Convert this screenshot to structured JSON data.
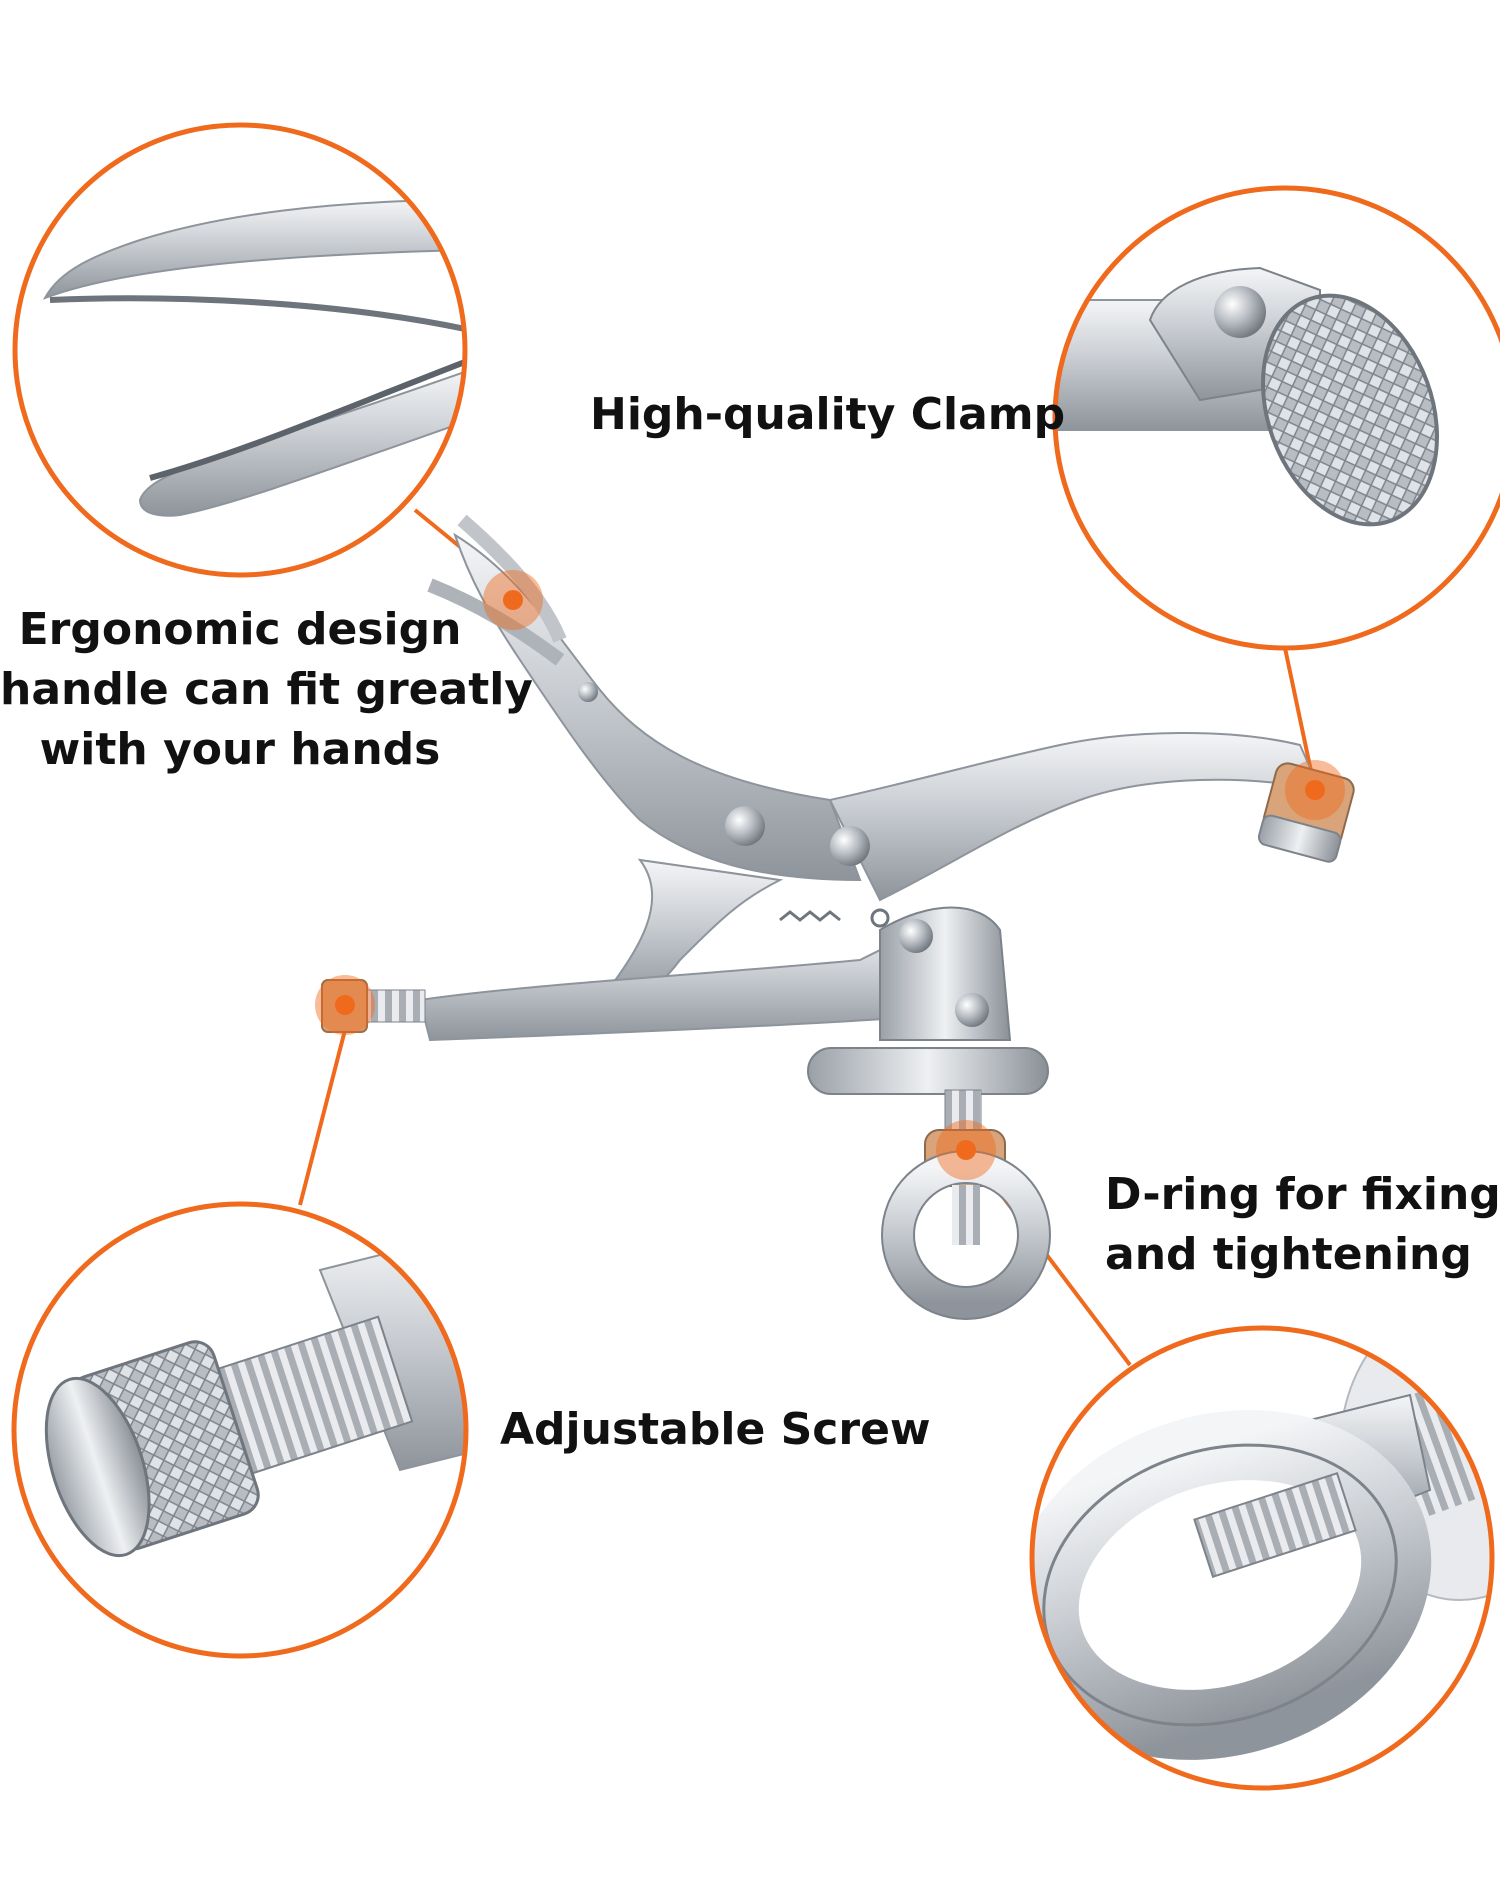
{
  "accent_color": "#F06A1D",
  "metal_color": "#C9CDD2",
  "callouts": {
    "ergonomic": {
      "lines": [
        "Ergonomic design",
        "handle can fit greatly",
        "with your hands"
      ],
      "detail": "handle-tips-closeup"
    },
    "clamp": {
      "lines": [
        "High-quality Clamp"
      ],
      "detail": "knurled-pad-closeup"
    },
    "dring": {
      "lines": [
        "D-ring for fixing",
        "and tightening"
      ],
      "detail": "eye-bolt-closeup"
    },
    "screw": {
      "lines": [
        "Adjustable Screw"
      ],
      "detail": "knurled-screw-closeup"
    }
  },
  "icons": {
    "product": "locking-clamp-pliers",
    "markers": "orange-dot-markers"
  }
}
